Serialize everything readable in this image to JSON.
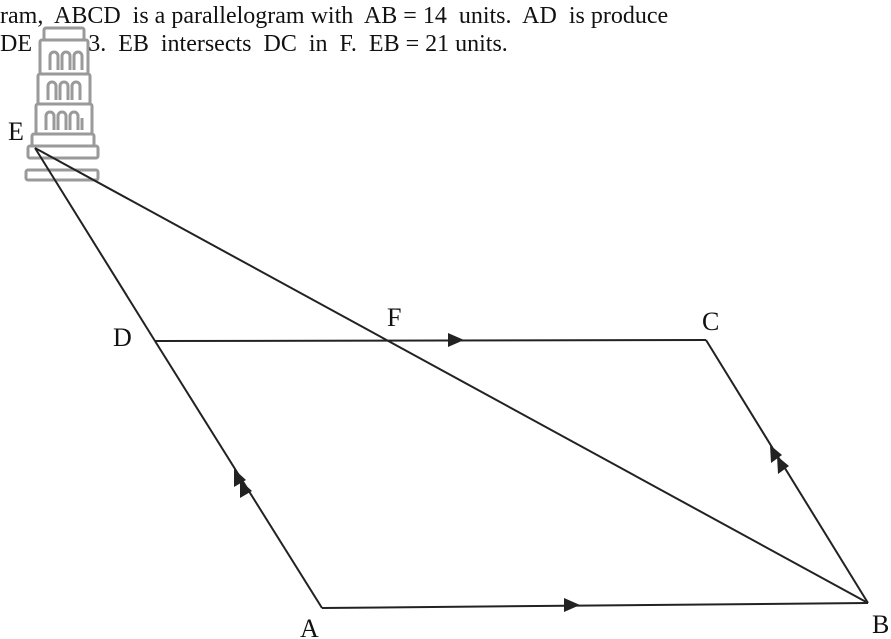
{
  "problem": {
    "line1": "ram,  ABCD  is a parallelogram with  AB = 14  units.  AD  is produce",
    "line2": "DE = 4 : 3.  EB  intersects  DC  in  F.  EB = 21 units."
  },
  "points": {
    "A": "A",
    "B": "B",
    "C": "C",
    "D": "D",
    "E": "E",
    "F": "F"
  },
  "colors": {
    "line": "#222222",
    "watermark": "#9a9a9a"
  },
  "watermark_icon": "leaning-tower-icon"
}
